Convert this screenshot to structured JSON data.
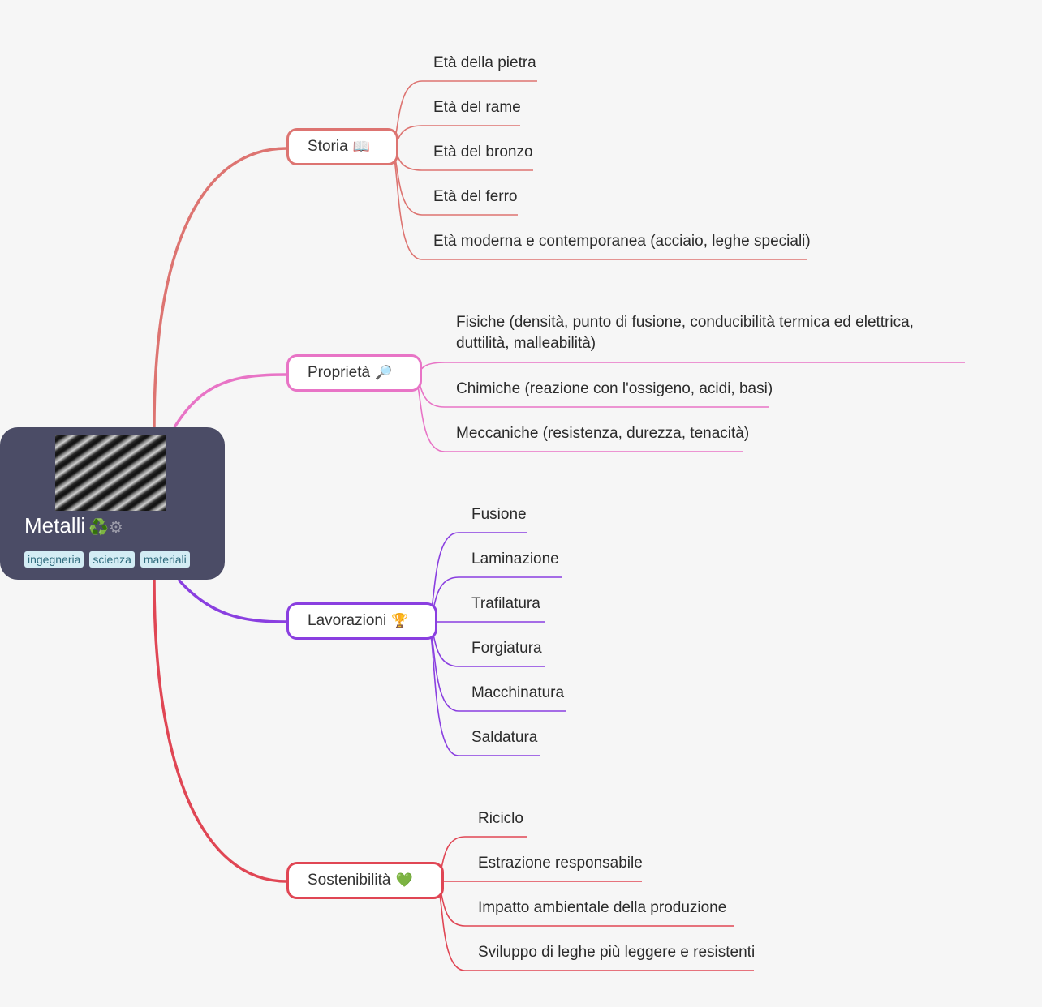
{
  "root": {
    "title": "Metalli",
    "emoji": "♻️⚙",
    "tags": [
      "ingegneria",
      "scienza",
      "materiali"
    ]
  },
  "branches": [
    {
      "label": "Storia",
      "emoji": "📖",
      "color": "#dd7471",
      "children": [
        "Età della pietra",
        "Età del rame",
        "Età del bronzo",
        "Età del ferro",
        "Età moderna e contemporanea (acciaio, leghe speciali)"
      ]
    },
    {
      "label": "Proprietà",
      "emoji": "🔎",
      "color": "#e874c6",
      "children": [
        "Fisiche (densità, punto di fusione, conducibilità termica ed elettrica,\nduttilità, malleabilità)",
        "Chimiche (reazione con l'ossigeno, acidi, basi)",
        "Meccaniche (resistenza, durezza, tenacità)"
      ]
    },
    {
      "label": "Lavorazioni",
      "emoji": "🏆",
      "color": "#8a3fe0",
      "children": [
        "Fusione",
        "Laminazione",
        "Trafilatura",
        "Forgiatura",
        "Macchinatura",
        "Saldatura"
      ]
    },
    {
      "label": "Sostenibilità",
      "emoji": "💚",
      "color": "#e04654",
      "children": [
        "Riciclo",
        "Estrazione responsabile",
        "Impatto ambientale della produzione",
        "Sviluppo di leghe più leggere e resistenti"
      ]
    }
  ]
}
